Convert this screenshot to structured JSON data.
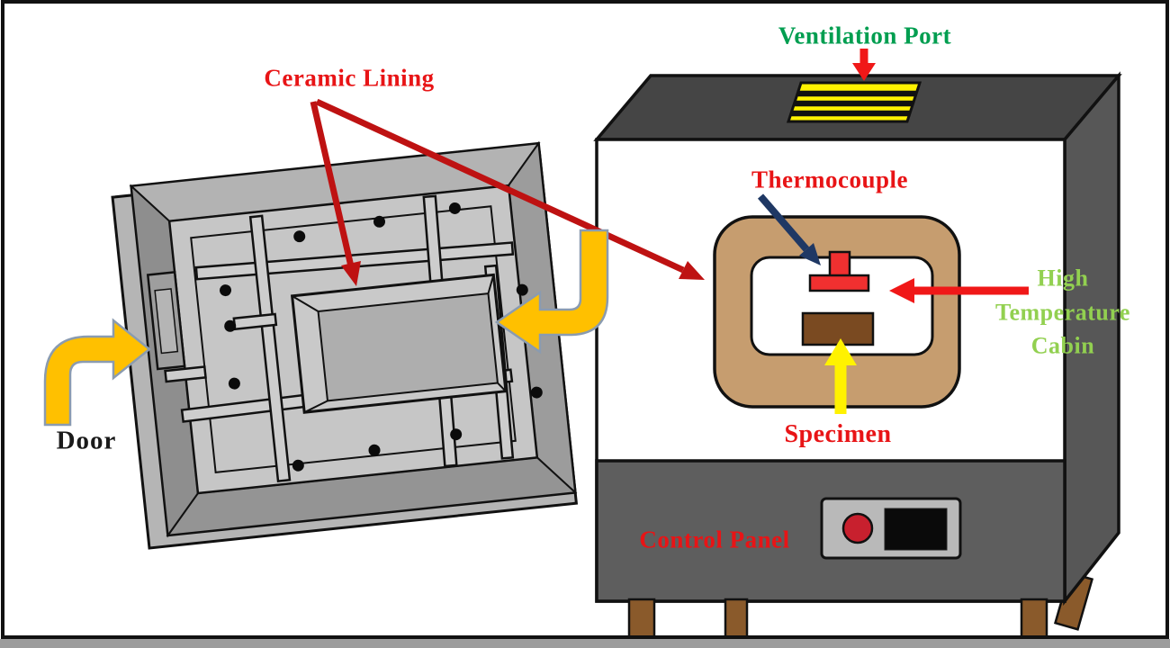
{
  "labels": {
    "ceramic_lining": {
      "text": "Ceramic Lining",
      "color": "#E81416"
    },
    "ventilation_port": {
      "text": "Ventilation Port",
      "color": "#009E50"
    },
    "thermocouple": {
      "text": "Thermocouple",
      "color": "#E81416"
    },
    "high_temperature_cabin": {
      "text": "High Temperature Cabin",
      "color": "#92D050"
    },
    "specimen": {
      "text": "Specimen",
      "color": "#E81416"
    },
    "control_panel": {
      "text": "Control Panel",
      "color": "#E81416"
    },
    "door": {
      "text": "Door",
      "color": "#1A1A1A"
    }
  },
  "colors": {
    "figure_border": "#111111",
    "furnace_top": "#454545",
    "furnace_side": "#575757",
    "furnace_front": "#FFFFFF",
    "control_section": "#5E5E5E",
    "vent_yellow": "#FFF200",
    "cabin_tan": "#C69D6F",
    "cavity_white": "#FFFFFF",
    "thermocouple_red": "#F03030",
    "specimen_brown": "#7A4A21",
    "panel_gray": "#B9B9B9",
    "button_red": "#C8202E",
    "display_black": "#0A0A0A",
    "leg_brown": "#8A5A2B",
    "door_gray": "#A3A3A3",
    "door_plate": "#C6C6C6",
    "arrow_dark_red": "#BE1212",
    "arrow_red": "#F01818",
    "arrow_navy": "#1F3864",
    "arrow_curved_yellow": "#FFC000",
    "arrow_yellow": "#FFF200"
  }
}
